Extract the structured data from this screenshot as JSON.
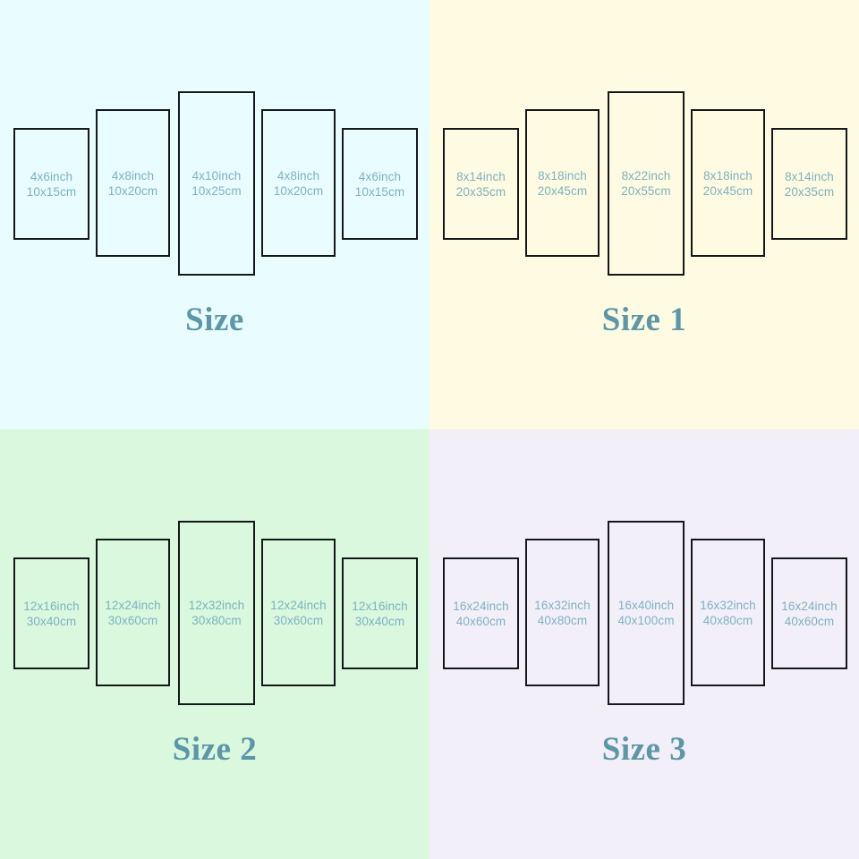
{
  "meta": {
    "chart_kind": "canvas-print-size-guide",
    "panel_count_per_group": 5,
    "group_count": 4
  },
  "colors": {
    "panel_border": "#15181a",
    "label_text": "#7cb2c2",
    "title_text": "#5b97a8",
    "bg_top_left": "#e9fcff",
    "bg_top_right": "#fffbe2",
    "bg_bottom_left": "#d9f8dd",
    "bg_bottom_right": "#f3eff9"
  },
  "groups": [
    {
      "id": "size-0",
      "title": "Size",
      "background": "#e9fcff",
      "panels": [
        {
          "inch": "4x6inch",
          "cm": "10x15cm"
        },
        {
          "inch": "4x8inch",
          "cm": "10x20cm"
        },
        {
          "inch": "4x10inch",
          "cm": "10x25cm"
        },
        {
          "inch": "4x8inch",
          "cm": "10x20cm"
        },
        {
          "inch": "4x6inch",
          "cm": "10x15cm"
        }
      ]
    },
    {
      "id": "size-1",
      "title": "Size 1",
      "background": "#fffbe2",
      "panels": [
        {
          "inch": "8x14inch",
          "cm": "20x35cm"
        },
        {
          "inch": "8x18inch",
          "cm": "20x45cm"
        },
        {
          "inch": "8x22inch",
          "cm": "20x55cm"
        },
        {
          "inch": "8x18inch",
          "cm": "20x45cm"
        },
        {
          "inch": "8x14inch",
          "cm": "20x35cm"
        }
      ]
    },
    {
      "id": "size-2",
      "title": "Size 2",
      "background": "#d9f8dd",
      "panels": [
        {
          "inch": "12x16inch",
          "cm": "30x40cm"
        },
        {
          "inch": "12x24inch",
          "cm": "30x60cm"
        },
        {
          "inch": "12x32inch",
          "cm": "30x80cm"
        },
        {
          "inch": "12x24inch",
          "cm": "30x60cm"
        },
        {
          "inch": "12x16inch",
          "cm": "30x40cm"
        }
      ]
    },
    {
      "id": "size-3",
      "title": "Size 3",
      "background": "#f3eff9",
      "panels": [
        {
          "inch": "16x24inch",
          "cm": "40x60cm"
        },
        {
          "inch": "16x32inch",
          "cm": "40x80cm"
        },
        {
          "inch": "16x40inch",
          "cm": "40x100cm"
        },
        {
          "inch": "16x32inch",
          "cm": "40x80cm"
        },
        {
          "inch": "16x24inch",
          "cm": "40x60cm"
        }
      ]
    }
  ]
}
